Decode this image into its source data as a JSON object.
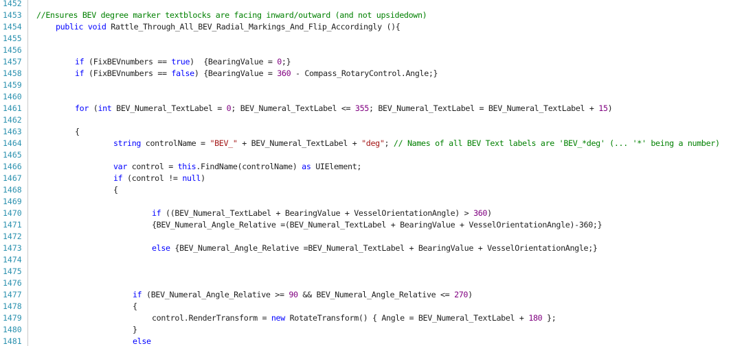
{
  "editor": {
    "lines": [
      {
        "n": "1452",
        "indent": 0,
        "tokens": []
      },
      {
        "n": "1453",
        "indent": 0,
        "tokens": [
          {
            "t": "//Ensures BEV degree marker textblocks are facing inward/outward (and not upsidedown)",
            "c": "cm"
          }
        ]
      },
      {
        "n": "1454",
        "indent": 28,
        "tokens": [
          {
            "t": "public",
            "c": "kw"
          },
          {
            "t": " ",
            "c": "tx"
          },
          {
            "t": "void",
            "c": "kw"
          },
          {
            "t": " Rattle_Through_All_BEV_Radial_Markings_And_Flip_Accordingly (){",
            "c": "tx"
          }
        ]
      },
      {
        "n": "1455",
        "indent": 0,
        "tokens": []
      },
      {
        "n": "1456",
        "indent": 0,
        "tokens": []
      },
      {
        "n": "1457",
        "indent": 56,
        "tokens": [
          {
            "t": "if",
            "c": "kw"
          },
          {
            "t": " (FixBEVnumbers == ",
            "c": "tx"
          },
          {
            "t": "true",
            "c": "kw"
          },
          {
            "t": ")  {BearingValue = ",
            "c": "tx"
          },
          {
            "t": "0",
            "c": "nm"
          },
          {
            "t": ";}",
            "c": "tx"
          }
        ]
      },
      {
        "n": "1458",
        "indent": 56,
        "tokens": [
          {
            "t": "if",
            "c": "kw"
          },
          {
            "t": " (FixBEVnumbers == ",
            "c": "tx"
          },
          {
            "t": "false",
            "c": "kw"
          },
          {
            "t": ") {BearingValue = ",
            "c": "tx"
          },
          {
            "t": "360",
            "c": "nm"
          },
          {
            "t": " - Compass_RotaryControl.Angle;}",
            "c": "tx"
          }
        ]
      },
      {
        "n": "1459",
        "indent": 0,
        "tokens": []
      },
      {
        "n": "1460",
        "indent": 0,
        "tokens": []
      },
      {
        "n": "1461",
        "indent": 56,
        "tokens": [
          {
            "t": "for",
            "c": "kw"
          },
          {
            "t": " (",
            "c": "tx"
          },
          {
            "t": "int",
            "c": "kw"
          },
          {
            "t": " BEV_Numeral_TextLabel = ",
            "c": "tx"
          },
          {
            "t": "0",
            "c": "nm"
          },
          {
            "t": "; BEV_Numeral_TextLabel <= ",
            "c": "tx"
          },
          {
            "t": "355",
            "c": "nm"
          },
          {
            "t": "; BEV_Numeral_TextLabel = BEV_Numeral_TextLabel + ",
            "c": "tx"
          },
          {
            "t": "15",
            "c": "nm"
          },
          {
            "t": ")",
            "c": "tx"
          }
        ]
      },
      {
        "n": "1462",
        "indent": 0,
        "tokens": []
      },
      {
        "n": "1463",
        "indent": 56,
        "tokens": [
          {
            "t": "{",
            "c": "tx"
          }
        ]
      },
      {
        "n": "1464",
        "indent": 112,
        "tokens": [
          {
            "t": "string",
            "c": "kw"
          },
          {
            "t": " controlName = ",
            "c": "tx"
          },
          {
            "t": "\"BEV_\"",
            "c": "st"
          },
          {
            "t": " + BEV_Numeral_TextLabel + ",
            "c": "tx"
          },
          {
            "t": "\"deg\"",
            "c": "st"
          },
          {
            "t": "; ",
            "c": "tx"
          },
          {
            "t": "// Names of all BEV Text labels are 'BEV_*deg' (... '*' being a number)",
            "c": "cm"
          }
        ]
      },
      {
        "n": "1465",
        "indent": 0,
        "tokens": []
      },
      {
        "n": "1466",
        "indent": 112,
        "tokens": [
          {
            "t": "var",
            "c": "kw"
          },
          {
            "t": " control = ",
            "c": "tx"
          },
          {
            "t": "this",
            "c": "kw"
          },
          {
            "t": ".FindName(controlName) ",
            "c": "tx"
          },
          {
            "t": "as",
            "c": "kw"
          },
          {
            "t": " UIElement;",
            "c": "tx"
          }
        ]
      },
      {
        "n": "1467",
        "indent": 112,
        "tokens": [
          {
            "t": "if",
            "c": "kw"
          },
          {
            "t": " (control != ",
            "c": "tx"
          },
          {
            "t": "null",
            "c": "kw"
          },
          {
            "t": ")",
            "c": "tx"
          }
        ]
      },
      {
        "n": "1468",
        "indent": 112,
        "tokens": [
          {
            "t": "{",
            "c": "tx"
          }
        ]
      },
      {
        "n": "1469",
        "indent": 0,
        "tokens": []
      },
      {
        "n": "1470",
        "indent": 168,
        "tokens": [
          {
            "t": "if",
            "c": "kw"
          },
          {
            "t": " ((BEV_Numeral_TextLabel + BearingValue + VesselOrientationAngle) > ",
            "c": "tx"
          },
          {
            "t": "360",
            "c": "nm"
          },
          {
            "t": ")",
            "c": "tx"
          }
        ]
      },
      {
        "n": "1471",
        "indent": 168,
        "tokens": [
          {
            "t": "{BEV_Numeral_Angle_Relative =(BEV_Numeral_TextLabel + BearingValue + VesselOrientationAngle)-360;}",
            "c": "tx"
          }
        ]
      },
      {
        "n": "1472",
        "indent": 0,
        "tokens": []
      },
      {
        "n": "1473",
        "indent": 168,
        "tokens": [
          {
            "t": "else",
            "c": "kw"
          },
          {
            "t": " {BEV_Numeral_Angle_Relative =BEV_Numeral_TextLabel + BearingValue + VesselOrientationAngle;}",
            "c": "tx"
          }
        ]
      },
      {
        "n": "1474",
        "indent": 0,
        "tokens": []
      },
      {
        "n": "1475",
        "indent": 0,
        "tokens": []
      },
      {
        "n": "1476",
        "indent": 0,
        "tokens": []
      },
      {
        "n": "1477",
        "indent": 140,
        "tokens": [
          {
            "t": "if",
            "c": "kw"
          },
          {
            "t": " (BEV_Numeral_Angle_Relative >= ",
            "c": "tx"
          },
          {
            "t": "90",
            "c": "nm"
          },
          {
            "t": " && BEV_Numeral_Angle_Relative <= ",
            "c": "tx"
          },
          {
            "t": "270",
            "c": "nm"
          },
          {
            "t": ")",
            "c": "tx"
          }
        ]
      },
      {
        "n": "1478",
        "indent": 140,
        "tokens": [
          {
            "t": "{",
            "c": "tx"
          }
        ]
      },
      {
        "n": "1479",
        "indent": 168,
        "tokens": [
          {
            "t": "control.RenderTransform = ",
            "c": "tx"
          },
          {
            "t": "new",
            "c": "kw"
          },
          {
            "t": " RotateTransform() { Angle = BEV_Numeral_TextLabel + ",
            "c": "tx"
          },
          {
            "t": "180",
            "c": "nm"
          },
          {
            "t": " };",
            "c": "tx"
          }
        ]
      },
      {
        "n": "1480",
        "indent": 140,
        "tokens": [
          {
            "t": "}",
            "c": "tx"
          }
        ]
      },
      {
        "n": "1481",
        "indent": 140,
        "tokens": [
          {
            "t": "else",
            "c": "kw"
          }
        ]
      }
    ]
  },
  "colors": {
    "keyword": "#0000ff",
    "comment": "#008000",
    "string": "#a31515",
    "number": "#800080",
    "line_number": "#2b91af",
    "text": "#1e1e1e"
  }
}
